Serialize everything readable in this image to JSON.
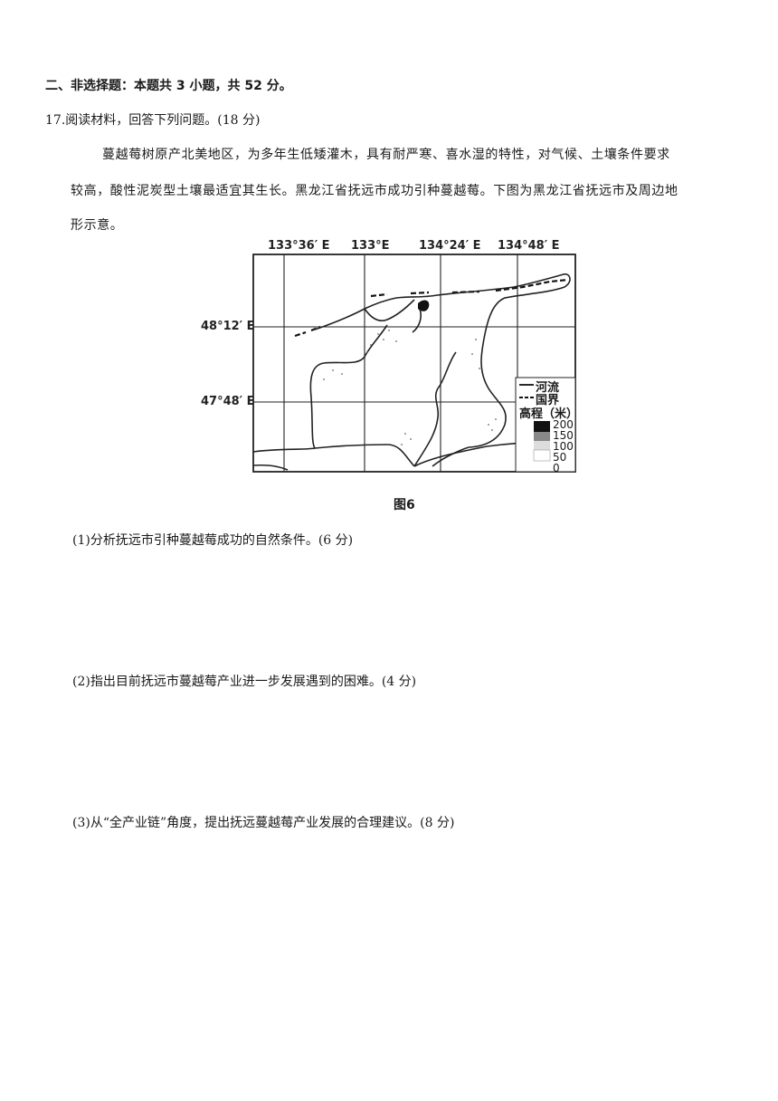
{
  "section": {
    "title": "二、非选择题：本题共 3 小题，共 52 分。"
  },
  "question": {
    "title": "17.阅读材料，回答下列问题。(18 分)",
    "paragraph_lines": [
      "蔓越莓树原产北美地区，为多年生低矮灌木，具有耐严寒、喜水湿的特性，对气候、土壤条件要求",
      "较高，酸性泥炭型土壤最适宜其生长。黑龙江省抚远市成功引种蔓越莓。下图为黑龙江省抚远市及周边地",
      "形示意。"
    ]
  },
  "map": {
    "lon_labels": [
      "133°36′ E",
      "133°E",
      "134°24′ E",
      "134°48′ E"
    ],
    "lat_labels": [
      "48°12′ E",
      "47°48′ E"
    ],
    "legend": {
      "river": "河流",
      "border": "国界",
      "elevation_title": "高程（米）",
      "elevation_values": [
        "200",
        "150",
        "100",
        "50",
        "0"
      ]
    },
    "caption": "图6"
  },
  "subquestions": [
    "(1)分析抚远市引种蔓越莓成功的自然条件。(6 分)",
    "(2)指出目前抚远市蔓越莓产业进一步发展遇到的困难。(4 分)",
    "(3)从“全产业链”角度，提出抚远蔓越莓产业发展的合理建议。(8 分)"
  ]
}
